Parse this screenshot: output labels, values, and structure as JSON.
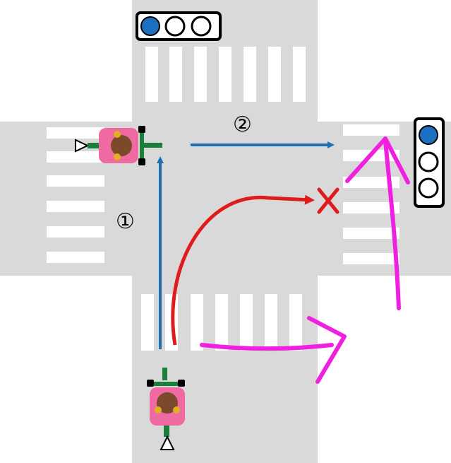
{
  "colors": {
    "road": "#d9d9d9",
    "stripe": "#ffffff",
    "background": "#ffffff",
    "arrow_blue": "#1f6fb5",
    "arrow_red": "#e01b1b",
    "path_magenta": "#f020e0",
    "signal_blue": "#1f6fc0",
    "signal_frame": "#000000"
  },
  "labels": {
    "step_1": "①",
    "step_2": "②"
  },
  "signals": {
    "top": {
      "icon": "traffic-light-horizontal",
      "lit": "blue"
    },
    "right": {
      "icon": "traffic-light-vertical",
      "lit": "blue"
    }
  },
  "cyclists": {
    "bottom": {
      "icon": "cyclist-facing-up"
    },
    "left": {
      "icon": "cyclist-facing-right"
    }
  },
  "marks": {
    "forbidden": {
      "icon": "cross-mark-icon"
    }
  }
}
